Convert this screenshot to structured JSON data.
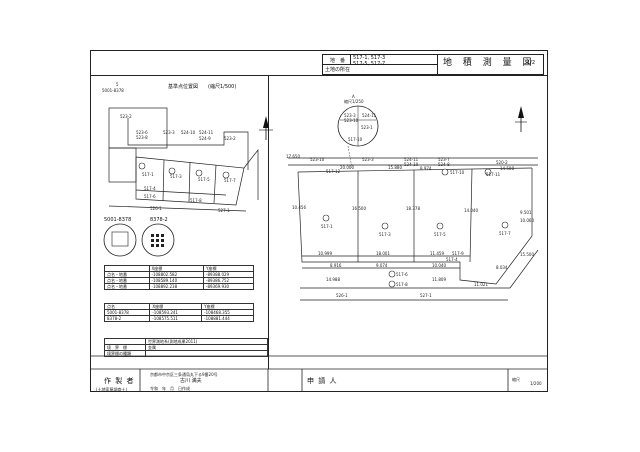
{
  "header": {
    "location_label": "地　番",
    "lot_numbers_line1": "517-1, 517-3",
    "lot_numbers_line2": "517-5, 517-7",
    "location_title": "土地の所在",
    "survey_title": "地 積 測 量 図",
    "sheet_fraction": "1/2"
  },
  "left_map": {
    "top_label": "5",
    "top_sublabel": "5001-8378",
    "title": "基準点位置図",
    "scale": "(縮尺1/500)",
    "parcels": [
      "523-2",
      "523-6",
      "523-8",
      "523-3",
      "524-10",
      "524-11",
      "524-9",
      "523-2",
      "517-1",
      "517-3",
      "517-5",
      "517-7",
      "517-4",
      "517-6",
      "517-8",
      "526-1",
      "527-1",
      "8378-2",
      "8378-2"
    ],
    "detail1_label": "5001-8378",
    "detail2_label": "8378-2"
  },
  "coordinate_table": {
    "headers": [
      "",
      "X座標",
      "Y座標"
    ],
    "rows": [
      [
        "点名・地番",
        "-108802.582",
        "-89388.029"
      ],
      [
        "点名・地番",
        "-108589.140",
        "-89386.752"
      ],
      [
        "点名・地番",
        "-108892.238",
        "-89369.930"
      ]
    ]
  },
  "reference_table": {
    "headers": [
      "点名",
      "X座標",
      "Y座標"
    ],
    "rows": [
      [
        "5001-8378",
        "-108593.241",
        "-108468.355"
      ],
      [
        "8378-2",
        "-108575.511",
        "-108881.444"
      ]
    ]
  },
  "notes": {
    "row1_label": "",
    "row1_value": "世界測地系(測地成果2011)",
    "row2_label": "境　界　標",
    "row2_value": "金属",
    "row3_label": "境界標の種類",
    "row3_value": ""
  },
  "footer": {
    "author_label": "作 製 者",
    "author_sub": "(土地家屋調査士)",
    "address": "京都市中京区三条通烏丸下る9番20号",
    "name": "古川 満夫",
    "date": "令和　年　月　日作成",
    "applicant_label": "申 請 人",
    "scale_label": "縮尺",
    "scale_value": "1/200"
  },
  "right_plan": {
    "circle_label": "A",
    "circle_scale": "縮尺1/250",
    "parcels": [
      "523-3",
      "523-10",
      "524-11",
      "523-1",
      "517-10",
      "523-10",
      "523-3",
      "524-11",
      "524-10",
      "523-7",
      "524-8",
      "520-2",
      "517-11",
      "517-1",
      "517-3",
      "517-5",
      "517-7",
      "517-4",
      "517-6",
      "517-8",
      "526-1",
      "527-1"
    ],
    "sub_labels": [
      "517-10",
      "517-9",
      "517-12"
    ],
    "dims": [
      "17.650",
      "20.000",
      "15.880",
      "8.974",
      "14.508",
      "10.456",
      "16.500",
      "18.378",
      "14.040",
      "10.999",
      "18.001",
      "11.459",
      "8.916",
      "9.074",
      "10.040",
      "8.034",
      "14.988",
      "11.809",
      "11.021",
      "15.500",
      "9.501",
      "10.060"
    ]
  }
}
